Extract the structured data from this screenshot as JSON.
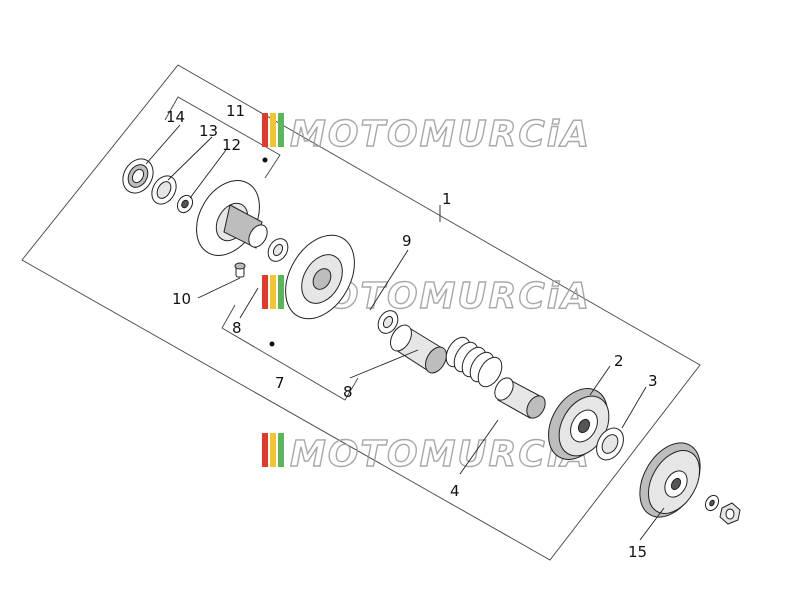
{
  "watermark": {
    "text": "MOTOMURCiA",
    "stripe_colors": [
      "#e23a2a",
      "#f3c531",
      "#5bb65a"
    ]
  },
  "callouts": {
    "c1": "1",
    "c2": "2",
    "c3": "3",
    "c4": "4",
    "c7": "7",
    "c8a": "8",
    "c8b": "8",
    "c9": "9",
    "c10": "10",
    "c11": "11",
    "c12": "12",
    "c13": "13",
    "c14": "14",
    "c15": "15"
  }
}
